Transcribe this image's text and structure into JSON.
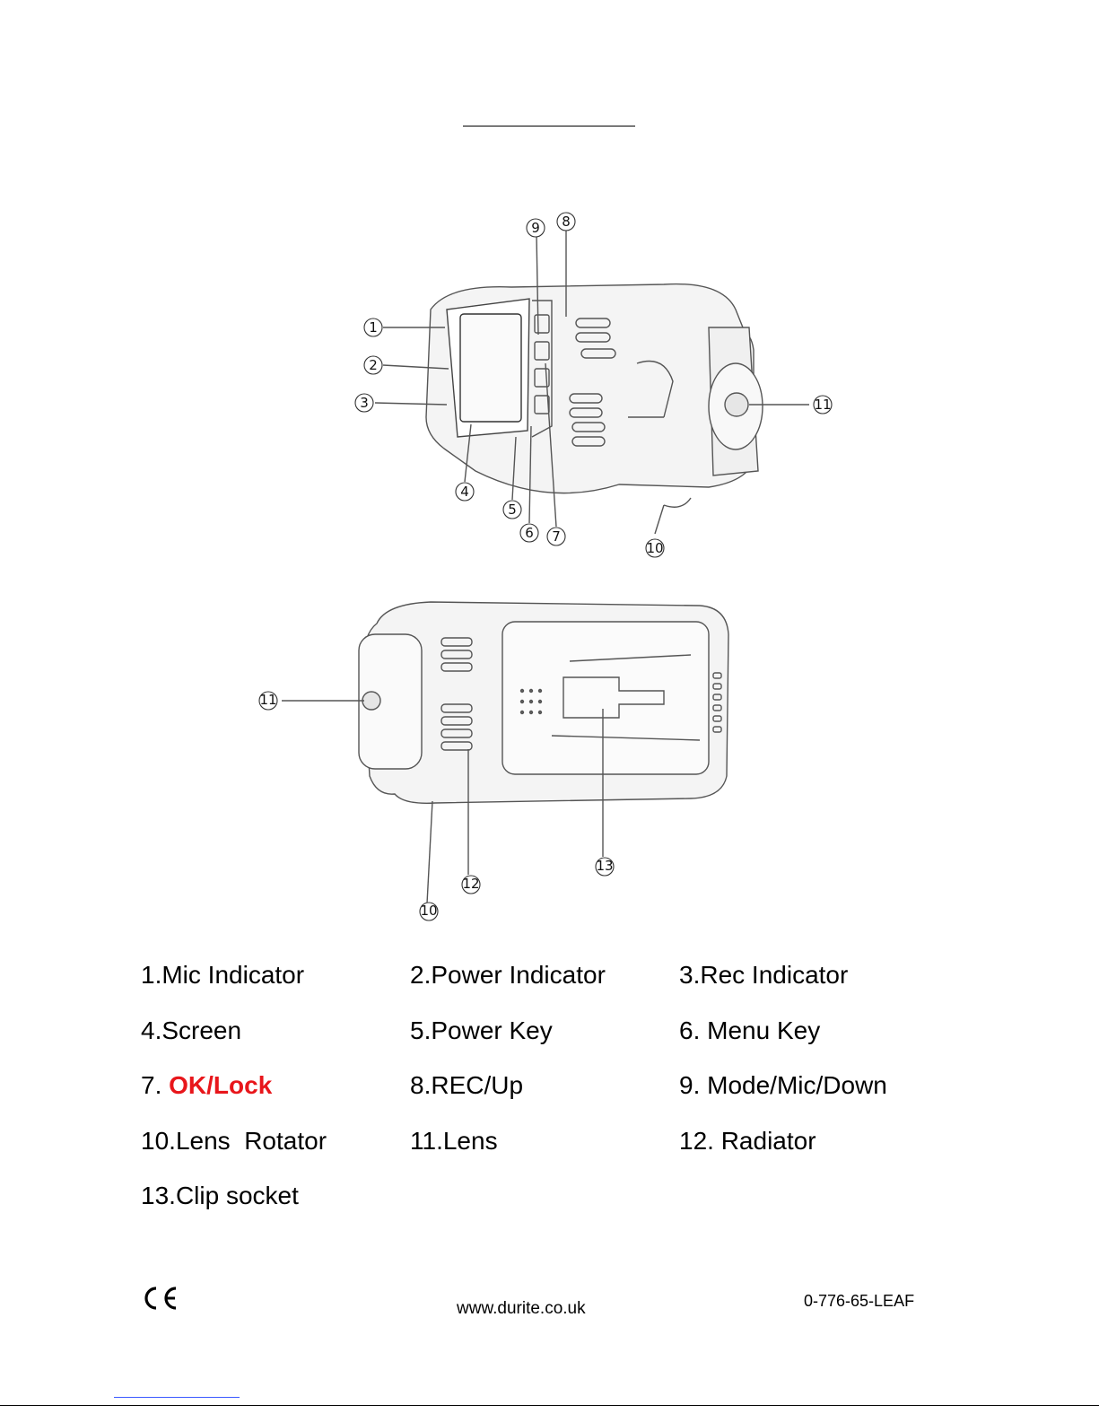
{
  "legend": [
    {
      "number": "1.",
      "label": "Mic Indicator"
    },
    {
      "number": "2.",
      "label": "Power Indicator"
    },
    {
      "number": "3.",
      "label": "Rec Indicator"
    },
    {
      "number": "4.",
      "label": "Screen"
    },
    {
      "number": "5.",
      "label": "Power Key"
    },
    {
      "number": "6. ",
      "label": "Menu Key"
    },
    {
      "number": "7. ",
      "label": "OK/Lock",
      "highlight_color": "#e8161b"
    },
    {
      "number": "8.",
      "label": "REC/Up"
    },
    {
      "number": "9. ",
      "label": "Mode/Mic/Down"
    },
    {
      "number": "10.",
      "label": "Lens  Rotator"
    },
    {
      "number": "11.",
      "label": "Lens"
    },
    {
      "number": "12. ",
      "label": "Radiator"
    },
    {
      "number": "13.",
      "label": "Clip socket"
    }
  ],
  "footer": {
    "ce_mark": "CE",
    "website": "www.durite.co.uk",
    "product_code": "0-776-65-LEAF"
  }
}
